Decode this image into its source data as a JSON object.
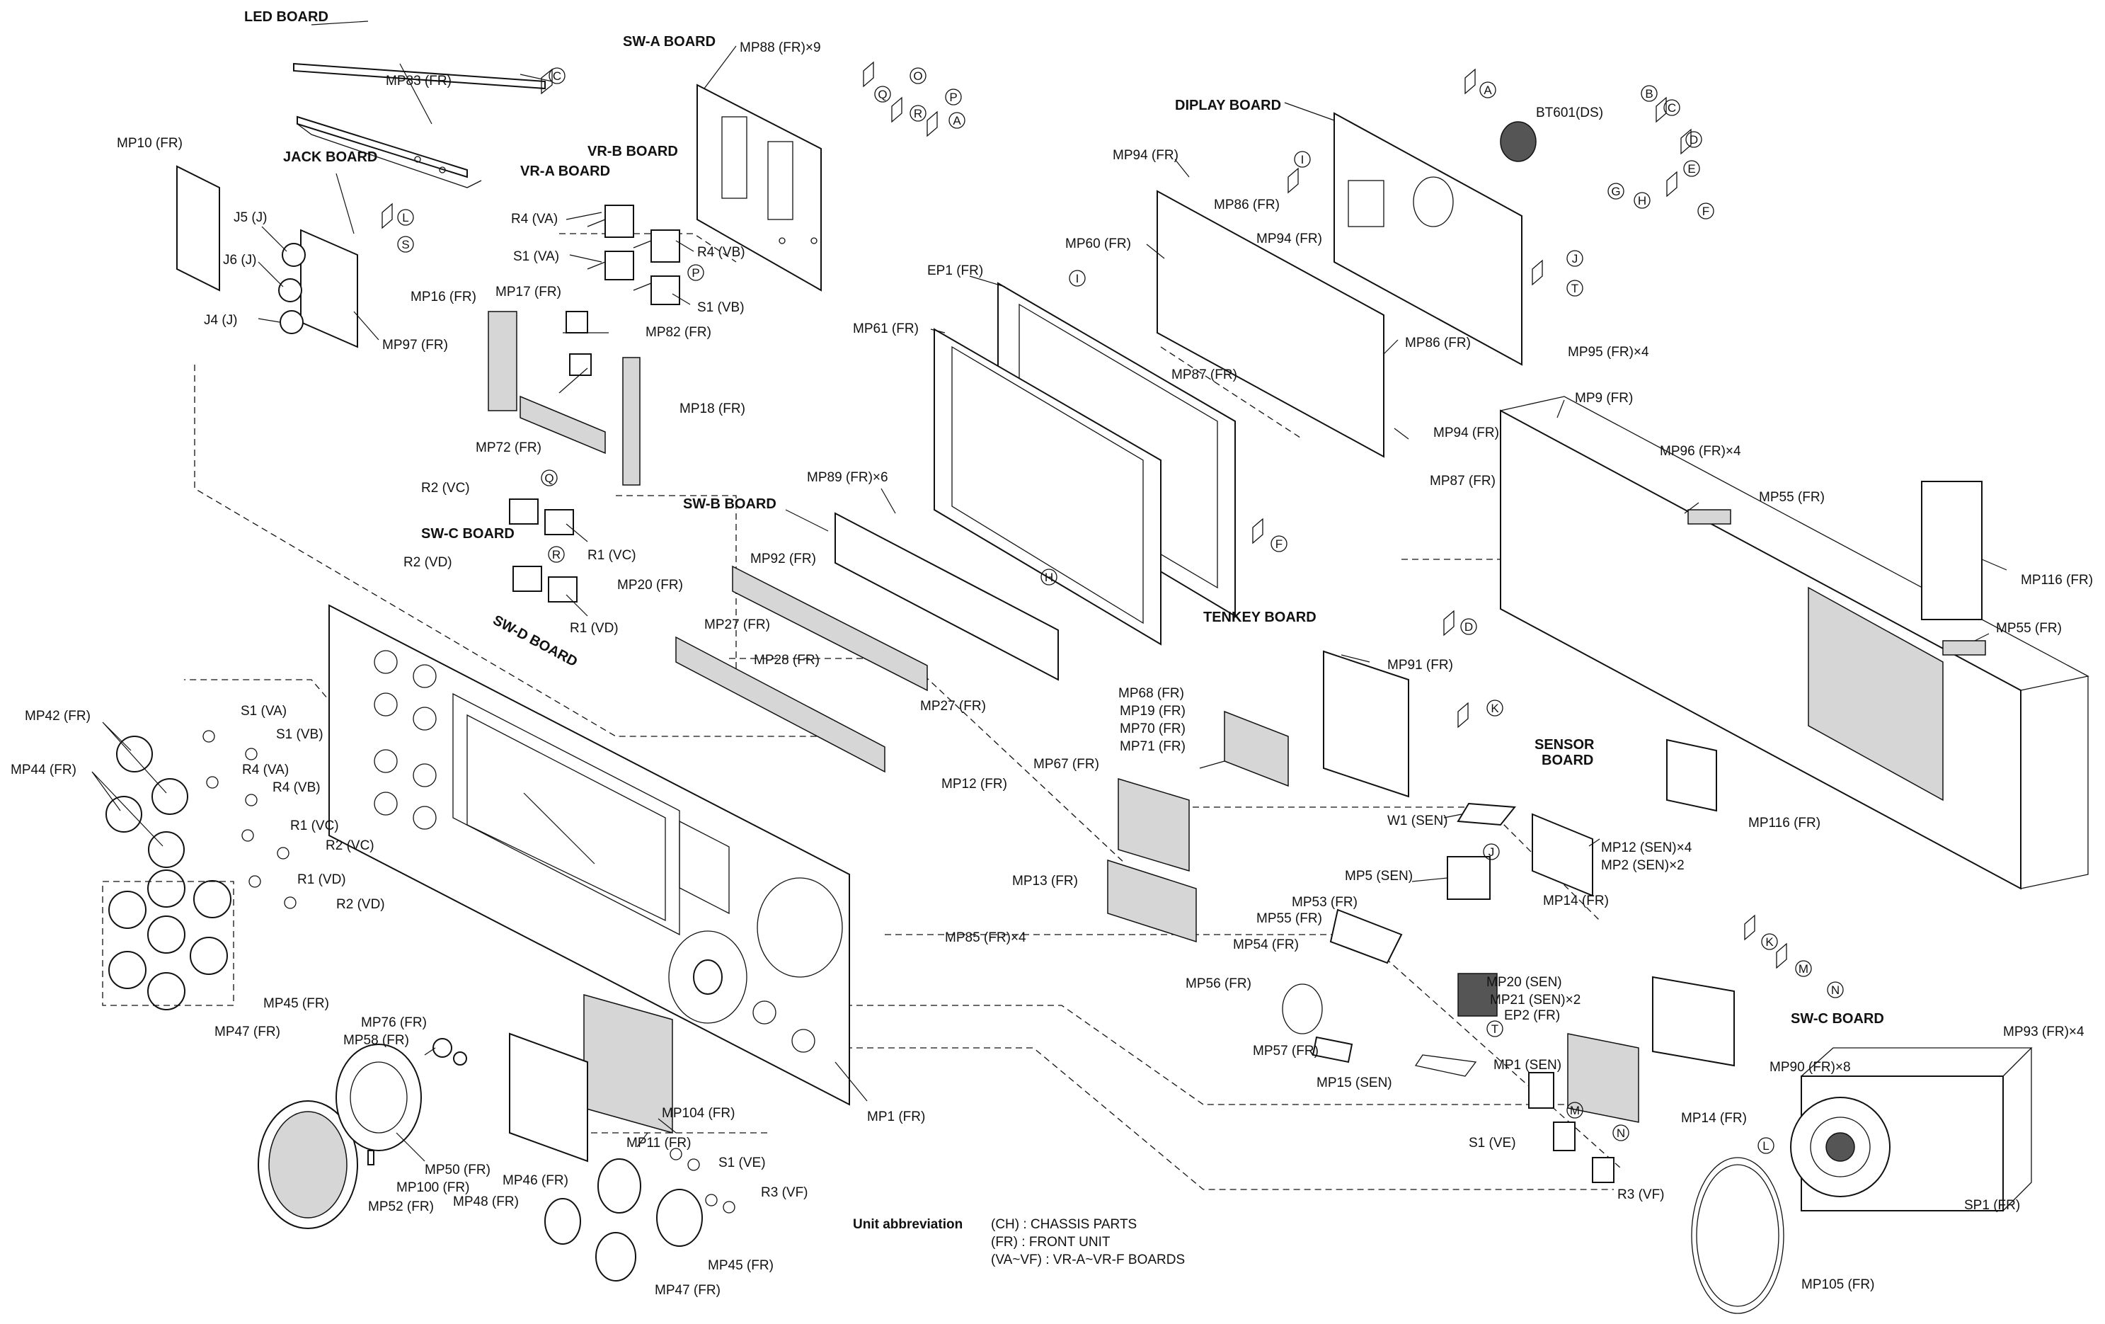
{
  "boards": {
    "led": "LED BOARD",
    "sw_a": "SW-A BOARD",
    "jack": "JACK BOARD",
    "vr_b": "VR-B BOARD",
    "vr_a": "VR-A BOARD",
    "display": "DIPLAY BOARD",
    "sw_b": "SW-B BOARD",
    "sw_c_upper": "SW-C BOARD",
    "sw_d": "SW-D BOARD",
    "tenkey": "TENKEY BOARD",
    "sensor_line1": "SENSOR",
    "sensor_line2": "BOARD",
    "sw_c_lower": "SW-C BOARD"
  },
  "labels": [
    "MP83 (FR)",
    "MP88 (FR)×9",
    "MP10 (FR)",
    "J5 (J)",
    "J6 (J)",
    "J4 (J)",
    "MP97 (FR)",
    "R4 (VA)",
    "S1 (VA)",
    "R4 (VB)",
    "S1 (VB)",
    "MP16 (FR)",
    "MP17 (FR)",
    "MP82 (FR)",
    "MP18 (FR)",
    "MP72 (FR)",
    "R2 (VC)",
    "R1 (VC)",
    "R2 (VD)",
    "R1 (VD)",
    "MP20 (FR)",
    "MP89 (FR)×6",
    "MP92 (FR)",
    "MP27 (FR)",
    "MP28 (FR)",
    "MP27 (FR)",
    "MP12 (FR)",
    "MP94 (FR)",
    "MP86 (FR)",
    "MP60 (FR)",
    "MP94 (FR)",
    "EP1 (FR)",
    "MP61 (FR)",
    "MP87 (FR)",
    "MP86 (FR)",
    "MP94 (FR)",
    "MP87 (FR)",
    "BT601(DS)",
    "MP95 (FR)×4",
    "MP9 (FR)",
    "MP96 (FR)×4",
    "MP55 (FR)",
    "MP116 (FR)",
    "MP55 (FR)",
    "MP116 (FR)",
    "MP91 (FR)",
    "MP68 (FR)",
    "MP19 (FR)",
    "MP70 (FR)",
    "MP71 (FR)",
    "MP67 (FR)",
    "MP13 (FR)",
    "MP85 (FR)×4",
    "W1 (SEN)",
    "MP12 (SEN)×4",
    "MP2 (SEN)×2",
    "MP14 (FR)",
    "MP5 (SEN)",
    "MP53 (FR)",
    "MP55 (FR)",
    "MP54 (FR)",
    "MP56 (FR)",
    "MP57 (FR)",
    "MP20 (SEN)",
    "MP21 (SEN)×2",
    "EP2 (FR)",
    "MP1 (SEN)",
    "MP15 (SEN)",
    "MP42 (FR)",
    "S1 (VA)",
    "S1 (VB)",
    "MP44 (FR)",
    "R4 (VA)",
    "R4 (VB)",
    "R1 (VC)",
    "R2 (VC)",
    "R1 (VD)",
    "R2 (VD)",
    "MP45 (FR)",
    "MP47 (FR)",
    "MP76 (FR)",
    "MP58 (FR)",
    "MP104 (FR)",
    "MP1 (FR)",
    "MP11 (FR)",
    "S1 (VE)",
    "MP50 (FR)",
    "MP100 (FR)",
    "MP52 (FR)",
    "MP46 (FR)",
    "MP48 (FR)",
    "R3 (VF)",
    "MP45 (FR)",
    "MP47 (FR)",
    "MP90 (FR)×8",
    "MP93 (FR)×4",
    "MP14 (FR)",
    "S1 (VE)",
    "R3 (VF)",
    "SP1 (FR)",
    "MP105 (FR)"
  ],
  "connectors": [
    "C",
    "O",
    "Q",
    "R",
    "P",
    "A",
    "L",
    "S",
    "P",
    "Q",
    "R",
    "A",
    "B",
    "C",
    "D",
    "E",
    "F",
    "G",
    "H",
    "I",
    "J",
    "T",
    "I",
    "H",
    "F",
    "D",
    "K",
    "J",
    "T",
    "K",
    "M",
    "N",
    "M",
    "N",
    "L"
  ],
  "legend": {
    "title": "Unit abbreviation",
    "rows": [
      "(CH) : CHASSIS PARTS",
      "(FR) : FRONT UNIT",
      "(VA~VF) : VR-A~VR-F BOARDS"
    ]
  }
}
